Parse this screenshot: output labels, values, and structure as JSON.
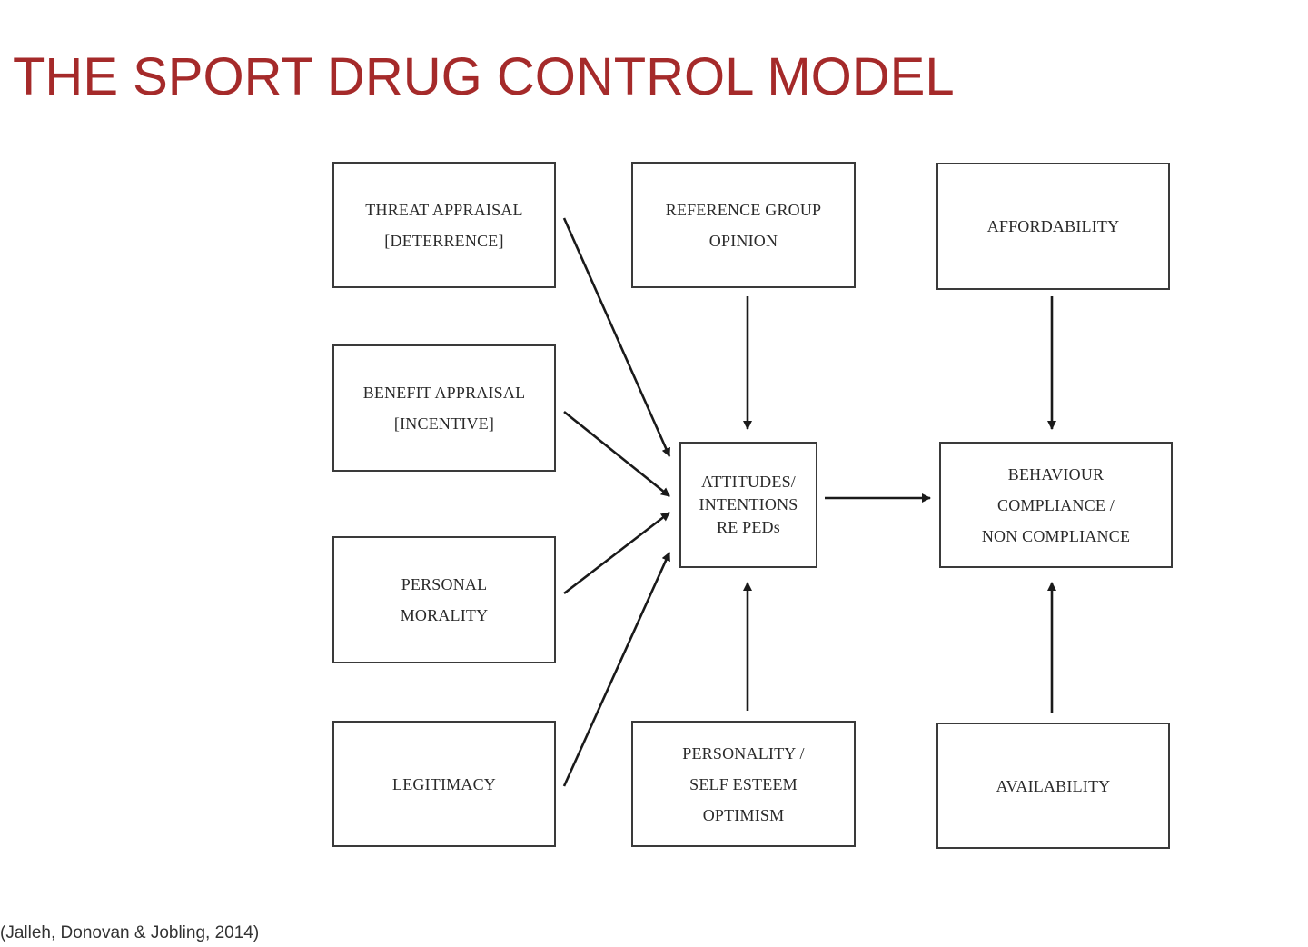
{
  "title": "THE SPORT DRUG CONTROL MODEL",
  "boxes": {
    "threat": {
      "lines": [
        "THREAT APPRAISAL",
        "[DETERRENCE]"
      ]
    },
    "reference": {
      "lines": [
        "REFERENCE GROUP",
        "OPINION"
      ]
    },
    "affordability": {
      "lines": [
        "AFFORDABILITY"
      ]
    },
    "benefit": {
      "lines": [
        "BENEFIT APPRAISAL",
        "[INCENTIVE]"
      ]
    },
    "attitudes": {
      "lines": [
        "ATTITUDES/",
        "INTENTIONS",
        "RE PEDs"
      ]
    },
    "behaviour": {
      "lines": [
        "BEHAVIOUR",
        "COMPLIANCE /",
        "NON COMPLIANCE"
      ]
    },
    "morality": {
      "lines": [
        "PERSONAL",
        "MORALITY"
      ]
    },
    "legitimacy": {
      "lines": [
        "LEGITIMACY"
      ]
    },
    "personality": {
      "lines": [
        "PERSONALITY /",
        "SELF ESTEEM",
        "OPTIMISM"
      ]
    },
    "availability": {
      "lines": [
        "AVAILABILITY"
      ]
    }
  },
  "citation": "(Jalleh, Donovan & Jobling, 2014)",
  "colors": {
    "title": "#a52a2a",
    "border": "#3a3a3a",
    "arrow": "#1a1a1a"
  }
}
